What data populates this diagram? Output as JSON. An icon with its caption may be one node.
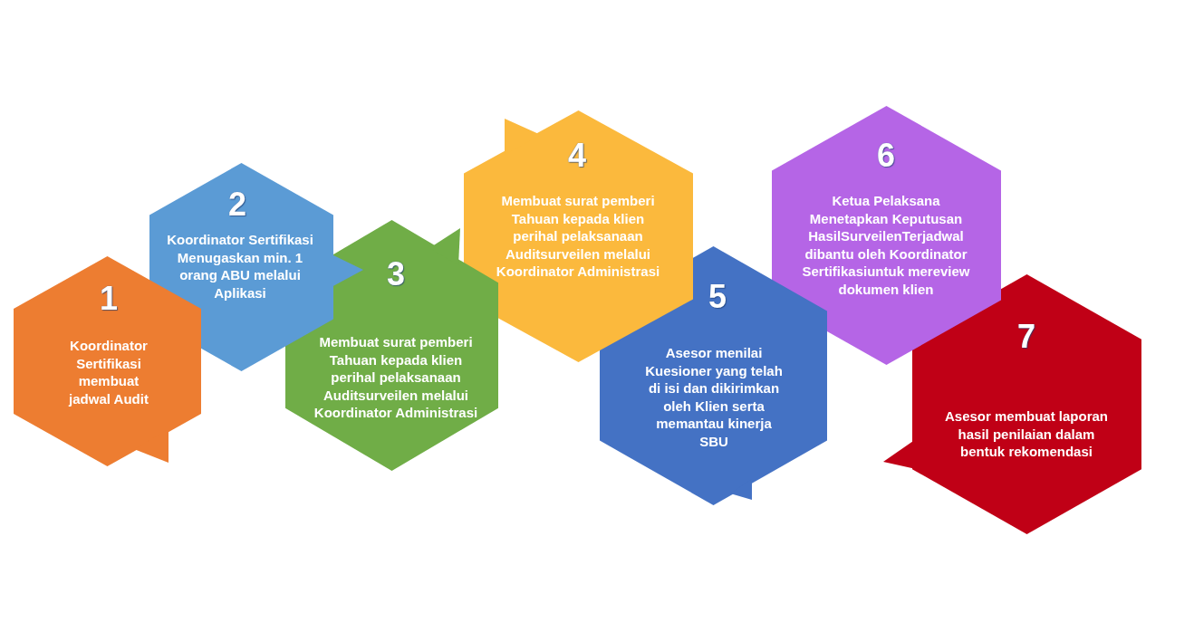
{
  "diagram": {
    "nodes": [
      {
        "text": [
          "1",
          "Koordinator Sertifikasi membuat jadwal Audit"
        ]
      },
      {
        "text": [
          "2",
          "Koordinator Sertifikasi Menugaskan min. 1 orang ABU melalui Aplikasi"
        ]
      },
      {
        "text": [
          "3",
          "Membuat surat pemberi Tahuan kepada klien perihal pelaksanaan Auditsurveilen melalui Koordinator Administrasi"
        ]
      },
      {
        "text": [
          "4",
          "Membuat surat pemberi Tahuan kepada klien perihal pelaksanaan Auditsurveilen melalui Koordinator Administrasi"
        ]
      },
      {
        "text": [
          "5",
          "Asesor menilai Kuesioner yang telah di isi dan dikirimkan oleh Klien serta memantau kinerja SBU"
        ]
      },
      {
        "text": [
          "6",
          "Ketua Pelaksana Menetapkan Keputusan HasilSurveilenTerjadwal dibantu oleh Koordinator Sertifikasiuntuk mereview dokumen klien"
        ]
      },
      {
        "text": [
          "7",
          "Asesor membuat laporan hasil penilaian dalam bentuk rekomendasi"
        ]
      }
    ]
  }
}
